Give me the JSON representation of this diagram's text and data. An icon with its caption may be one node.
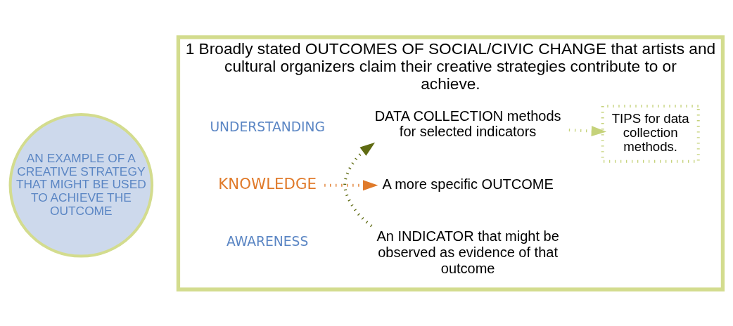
{
  "diagram": {
    "nodes": [
      {
        "text": [
          "1 Broadly stated OUTCOMES OF SOCIAL/CIVIC CHANGE that artists and cultural organizers claim their creative strategies contribute to or achieve."
        ]
      },
      {
        "text": [
          "AN EXAMPLE OF A CREATIVE STRATEGY THAT MIGHT BE USED TO ACHIEVE THE OUTCOME"
        ]
      },
      {
        "text": [
          "KNOWLEDGE"
        ],
        "in": 0
      },
      {
        "text": [
          "A more specific OUTCOME"
        ],
        "in": 0
      },
      {
        "text": [
          "An INDICATOR that might be observed as evidence of that outcome"
        ],
        "in": 0
      },
      {
        "text": [
          "DATA COLLECTION methods for selected indicators"
        ],
        "in": 0
      },
      {
        "text": [
          "TIPS for data collection methods."
        ],
        "in": 0
      }
    ],
    "edges": [
      {
        "from": 2,
        "to": 3,
        "arrow": "to",
        "style": "dashed",
        "color": "#e07a2a"
      },
      {
        "from": 4,
        "to": 5,
        "arrow": "to",
        "style": "dashed",
        "color": "#5f6b12"
      },
      {
        "from": 5,
        "to": 6,
        "arrow": "to",
        "style": "dashed",
        "color": "#c5d27a"
      }
    ],
    "labels": [
      "AWARENESS",
      "UNDERSTANDING"
    ]
  }
}
